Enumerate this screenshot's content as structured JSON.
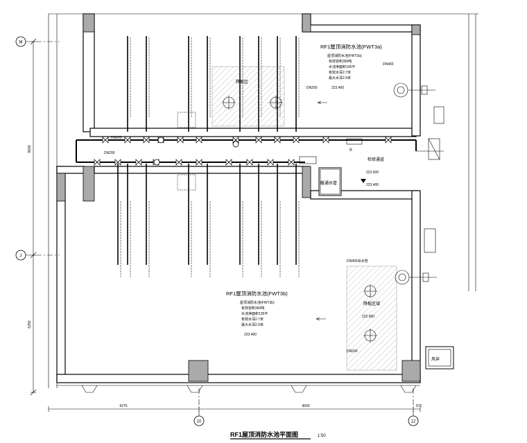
{
  "drawing": {
    "title": "RF1屋顶消防水池平面图",
    "scale": "1:50"
  },
  "grid_axes": {
    "horizontal": [
      "M",
      "J"
    ],
    "vertical": [
      "10",
      "12"
    ]
  },
  "dimensions": {
    "left": [
      "9600",
      "6250"
    ],
    "bottom": [
      "6275",
      "9600",
      "575"
    ]
  },
  "tank_upper": {
    "name": "RF1屋顶消防水池(FWT3a)",
    "specs": [
      "屋顶消防水池(FWT3a)",
      "有效容积390吨",
      "水池净面积145平",
      "有效水深2.7米",
      "最大水深2.9米"
    ],
    "elevation": "223.400",
    "elev_mark": "降板区"
  },
  "tank_lower": {
    "name": "RF1屋顶消防水池(FWT3b)",
    "specs": [
      "屋顶消防水池(FWT3b)",
      "有效容积360吨",
      "水池净面积135平",
      "有效水深2.7米",
      "最大水深2.9米"
    ],
    "elevation": "223.400",
    "sunken_label": "降板区域",
    "sunken_elev": "222.900"
  },
  "corridor": {
    "label": "检修通道",
    "elev1": "223.600",
    "elev2": "223.400"
  },
  "rooms": {
    "hvac": "暖通水管",
    "shaft": "风井"
  },
  "pipes": {
    "dn200": "DN200",
    "dn400": "DN400",
    "note_label": "DN400出水管"
  },
  "markers": {
    "m5": "⑤"
  }
}
